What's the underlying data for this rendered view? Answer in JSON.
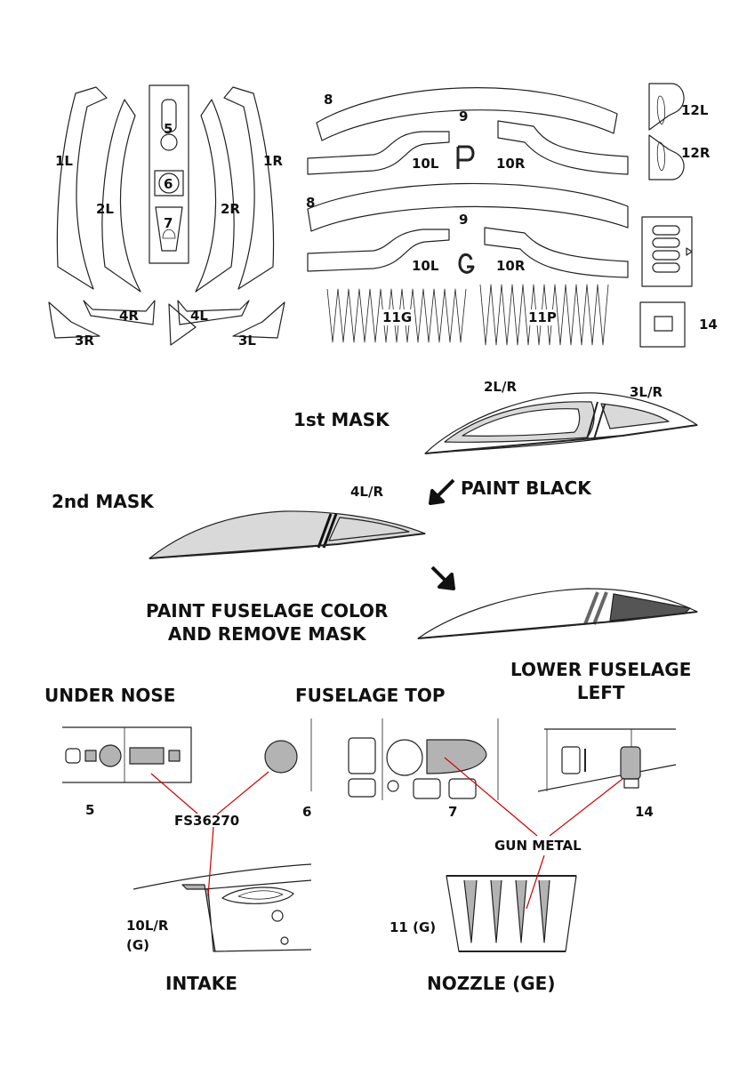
{
  "mask_sheet": {
    "labels": {
      "p1L": "1L",
      "p1R": "1R",
      "p2L": "2L",
      "p2R": "2R",
      "p3R": "3R",
      "p3L": "3L",
      "p4R": "4R",
      "p4L": "4L",
      "p5": "5",
      "p6": "6",
      "p7": "7",
      "p8a": "8",
      "p8b": "8",
      "p9a": "9",
      "p9b": "9",
      "p10La": "10L",
      "p10Ra": "10R",
      "p10Lb": "10L",
      "p10Rb": "10R",
      "p11G": "11G",
      "p11P": "11P",
      "p12L": "12L",
      "p12R": "12R",
      "p14": "14",
      "markP": "P",
      "markG": "G"
    }
  },
  "canopy_steps": {
    "first_mask": "1st MASK",
    "label_2LR": "2L/R",
    "label_3LR": "3L/R",
    "second_mask": "2nd MASK",
    "label_4LR": "4L/R",
    "paint_black": "PAINT BLACK",
    "paint_fuselage": "PAINT FUSELAGE COLOR\nAND REMOVE MASK"
  },
  "sections": {
    "under_nose": "UNDER NOSE",
    "fuselage_top": "FUSELAGE TOP",
    "lower_fuselage_left": "LOWER FUSELAGE\nLEFT",
    "intake": "INTAKE",
    "nozzle": "NOZZLE (GE)"
  },
  "detail_numbers": {
    "n5": "5",
    "n6": "6",
    "n7": "7",
    "n14": "14",
    "n10": "10L/R\n(G)",
    "n11": "11 (G)"
  },
  "callouts": {
    "fs36270": "FS36270",
    "gun_metal": "GUN METAL"
  },
  "colors": {
    "line": "#222222",
    "mask_fill": "#d9d9d9",
    "gray_fill": "#b3b3b3",
    "dark_fill": "#555555",
    "callout_line": "#cc0000"
  }
}
